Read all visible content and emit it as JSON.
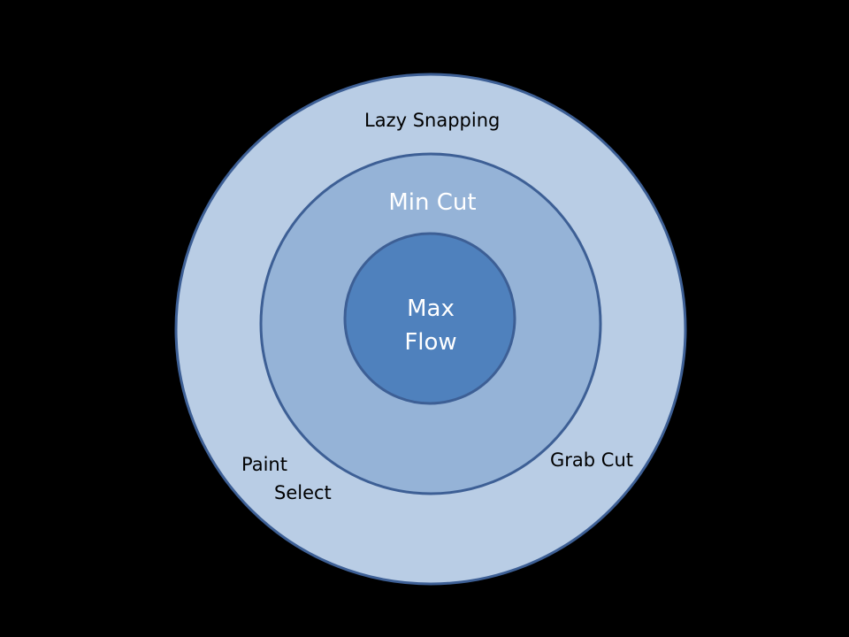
{
  "colors": {
    "background": "#000000",
    "outer_ring": "#b9cde5",
    "middle_ring": "#95b3d7",
    "inner_circle": "#4f81bd",
    "outline": "#3d5f95"
  },
  "rings": {
    "outer": {
      "label": "Lazy Snapping"
    },
    "middle": {
      "label": "Min Cut"
    },
    "inner": {
      "label_line1": "Max",
      "label_line2": "Flow"
    }
  },
  "annotations": {
    "grab_cut": "Grab Cut",
    "paint_select_line1": "Paint",
    "paint_select_line2": "Select"
  }
}
